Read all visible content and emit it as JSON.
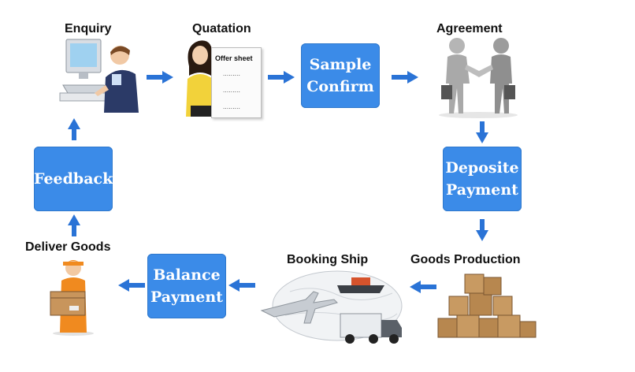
{
  "steps": {
    "enquiry": "Enquiry",
    "quotation": "Quatation",
    "offer_sheet": "Offer sheet",
    "offer_dots": ". . . . . . . . .",
    "sample_line1": "Sample",
    "sample_line2": "Confirm",
    "agreement": "Agreement",
    "deposit_line1": "Deposite",
    "deposit_line2": "Payment",
    "goods_production": "Goods Production",
    "booking_ship": "Booking Ship",
    "balance_line1": "Balance",
    "balance_line2": "Payment",
    "deliver_goods": "Deliver Goods",
    "feedback": "Feedback"
  },
  "colors": {
    "box_blue": "#3b8be8",
    "arrow_blue": "#2a73d6"
  },
  "icons": {
    "enquiry": "computer-user-icon",
    "quotation": "woman-offer-sheet-icon",
    "agreement": "handshake-icon",
    "production": "boxes-stack-icon",
    "shipping": "plane-ship-truck-icon",
    "delivery": "delivery-man-icon"
  }
}
